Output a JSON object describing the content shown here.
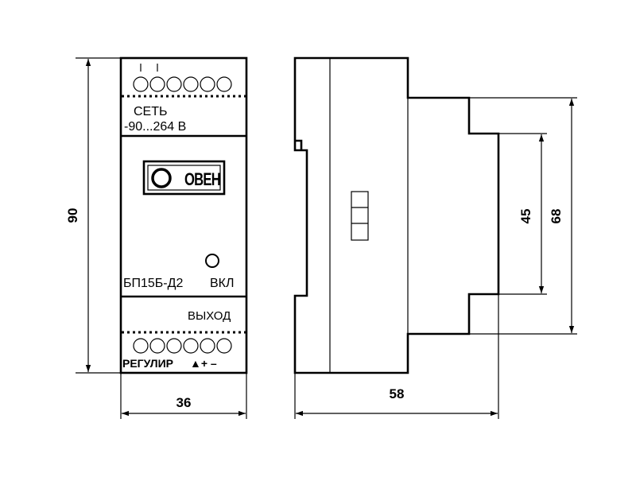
{
  "front_panel": {
    "mains_label": "СЕТЬ",
    "mains_range": "-90...264 В",
    "brand_logo": "ОВЕН",
    "model": "БП15Б-Д2",
    "power_indicator": "ВКЛ",
    "output_label": "ВЫХОД",
    "adjust_label": "РЕГУЛИР",
    "adjust_symbols": "▲+ –"
  },
  "dimensions": {
    "height": "90",
    "width": "36",
    "depth": "58",
    "body_height": "68",
    "step_height": "45"
  },
  "colors": {
    "line": "#000000",
    "background": "#ffffff"
  }
}
